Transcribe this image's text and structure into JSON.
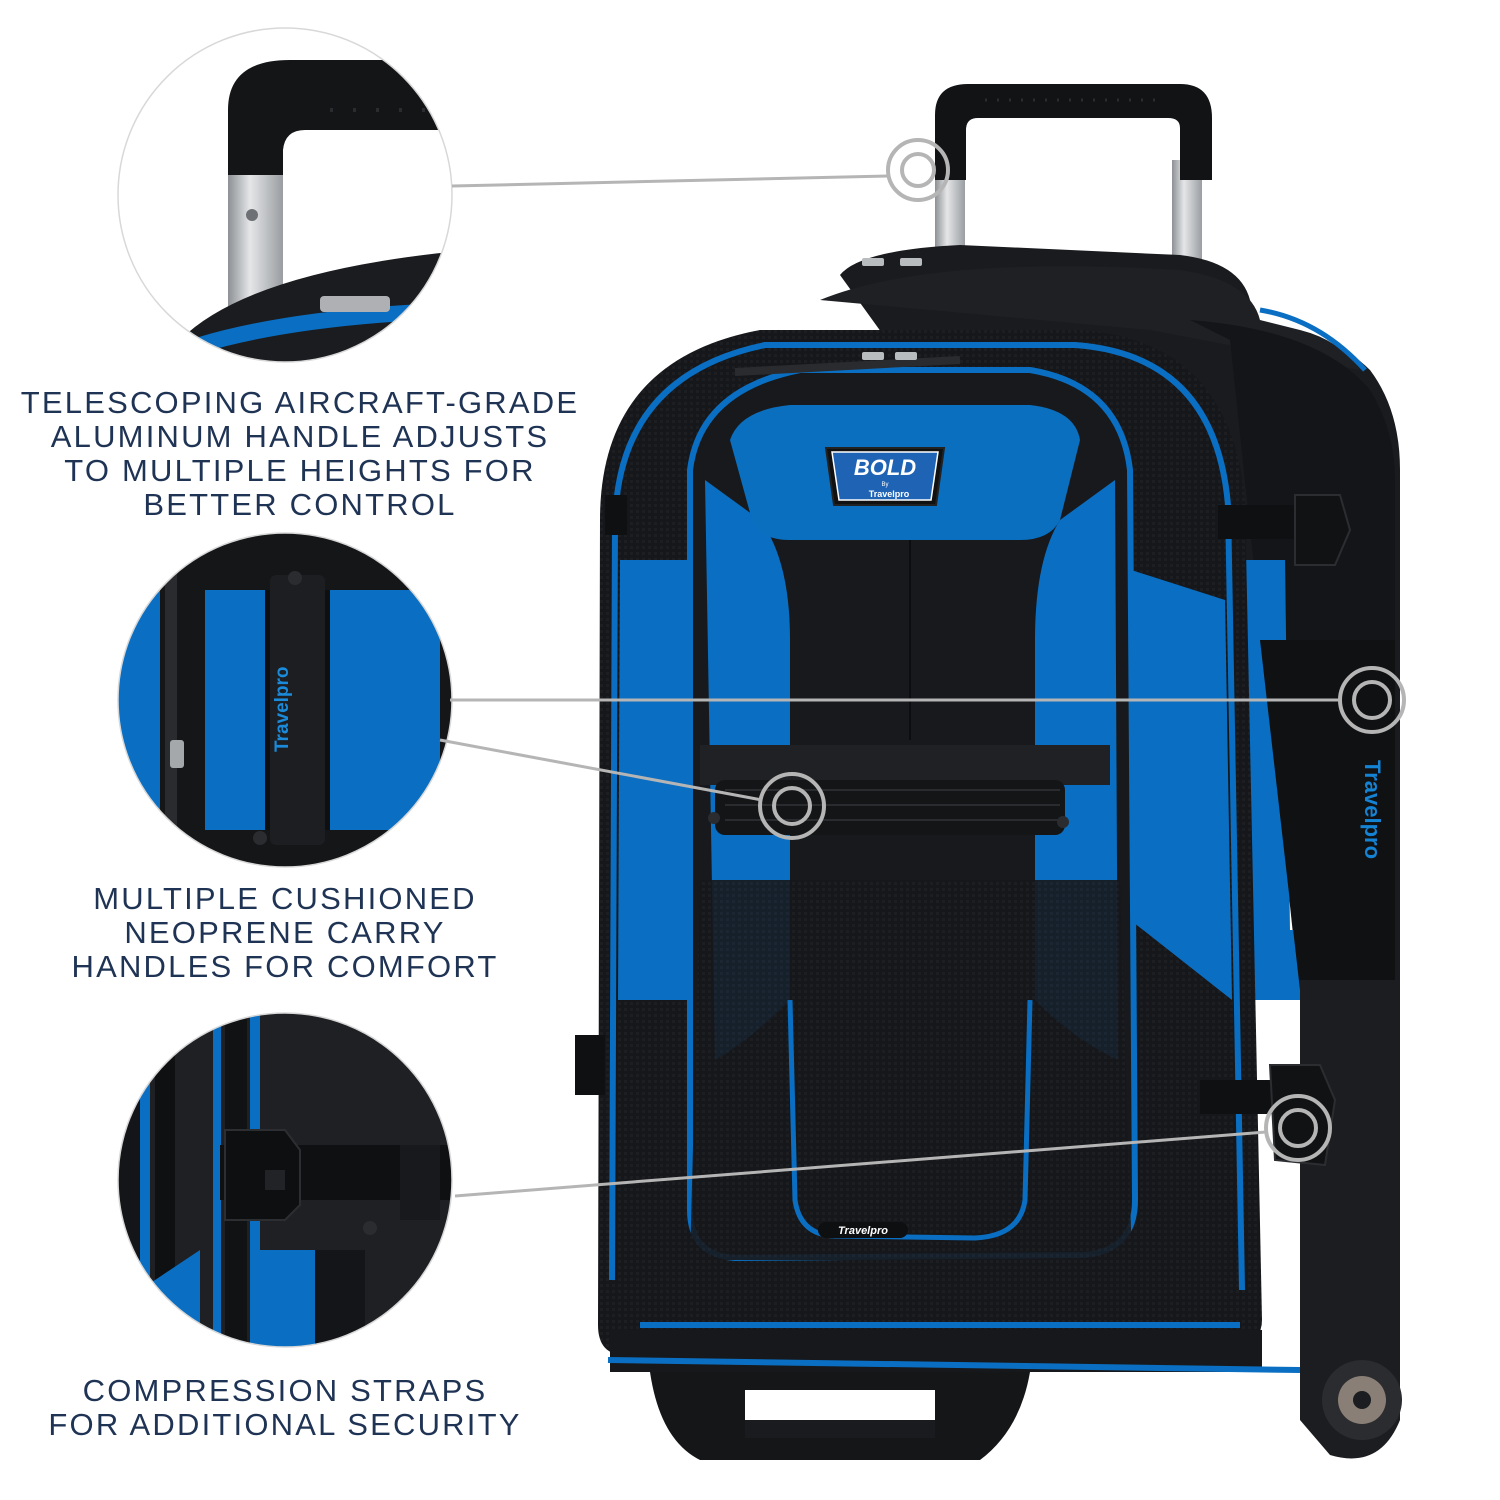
{
  "infographic": {
    "brand": {
      "badge_title": "BOLD",
      "badge_by": "By",
      "badge_maker": "Travelpro",
      "handle_print": "velpro",
      "strap_print": "Travelpro",
      "side_print": "Travelpro",
      "front_tab_print": "Travelpro"
    },
    "features": [
      {
        "id": "handle",
        "lines": [
          "TELESCOPING AIRCRAFT-GRADE",
          "ALUMINUM HANDLE ADJUSTS",
          "TO MULTIPLE HEIGHTS FOR",
          "BETTER CONTROL"
        ]
      },
      {
        "id": "carry-handles",
        "lines": [
          "MULTIPLE CUSHIONED",
          "NEOPRENE CARRY",
          "HANDLES FOR COMFORT"
        ]
      },
      {
        "id": "compression-straps",
        "lines": [
          "COMPRESSION STRAPS",
          "FOR ADDITIONAL SECURITY"
        ]
      }
    ],
    "colors": {
      "caption_text": "#1f3354",
      "bag_blue": "#0a6fc2",
      "bag_black": "#141518",
      "marker_gray": "#b5b5b5",
      "background": "#ffffff"
    }
  }
}
